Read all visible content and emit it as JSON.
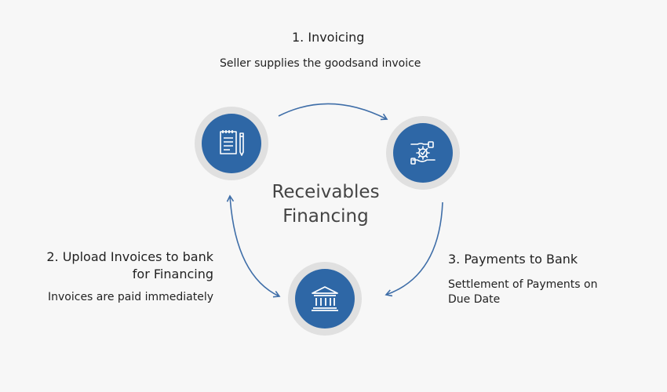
{
  "center": {
    "title": "Receivables\nFinancing"
  },
  "steps": {
    "invoicing": {
      "title": "1. Invoicing",
      "desc": "Seller supplies the goodsand invoice"
    },
    "upload": {
      "title_line1": "2. Upload Invoices to bank",
      "title_line2": "for Financing",
      "desc": "Invoices are paid immediately"
    },
    "payments": {
      "title": "3. Payments to Bank",
      "desc_line1": "Settlement of Payments on",
      "desc_line2": "Due Date"
    }
  },
  "icons": {
    "invoicing": "invoice-document-icon",
    "payments": "hand-settlement-icon",
    "upload": "bank-building-icon"
  },
  "colors": {
    "node_fill": "#2e67a6",
    "node_ring": "#e0e0e0",
    "arrow": "#3f6ea8",
    "background": "#f7f7f7"
  }
}
